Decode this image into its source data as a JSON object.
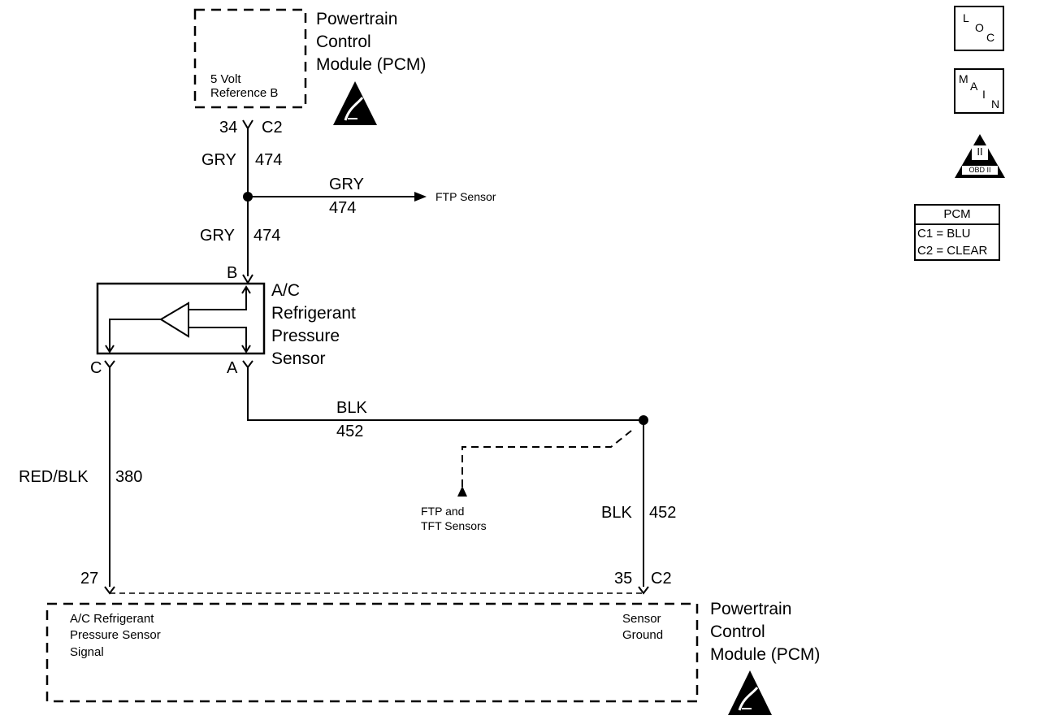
{
  "pcm_top": {
    "title_lines": [
      "Powertrain",
      "Control",
      "Module (PCM)"
    ],
    "inner_label_lines": [
      "5 Volt",
      "Reference B"
    ],
    "pin": "34",
    "connector": "C2"
  },
  "wires": {
    "gry_upper": {
      "color": "GRY",
      "circuit": "474"
    },
    "gry_branch": {
      "color": "GRY",
      "circuit": "474",
      "dest": "FTP Sensor"
    },
    "gry_lower": {
      "color": "GRY",
      "circuit": "474"
    },
    "blk_horizontal": {
      "color": "BLK",
      "circuit": "452"
    },
    "blk_vertical": {
      "color": "BLK",
      "circuit": "452"
    },
    "red_blk": {
      "color": "RED/BLK",
      "circuit": "380"
    },
    "dashed_branch_dest_lines": [
      "FTP and",
      "TFT Sensors"
    ]
  },
  "sensor": {
    "title_lines": [
      "A/C",
      "Refrigerant",
      "Pressure",
      "Sensor"
    ],
    "pin_b": "B",
    "pin_c": "C",
    "pin_a": "A"
  },
  "pcm_bottom": {
    "title_lines": [
      "Powertrain",
      "Control",
      "Module (PCM)"
    ],
    "left_label_lines": [
      "A/C Refrigerant",
      "Pressure Sensor",
      "Signal"
    ],
    "right_label_lines": [
      "Sensor",
      "Ground"
    ],
    "pin_left": "27",
    "pin_right": "35",
    "connector_right": "C2"
  },
  "legend": {
    "loc_letters": [
      "L",
      "O",
      "C"
    ],
    "main_letters": [
      "M",
      "A",
      "I",
      "N"
    ],
    "obd_label": "OBD II",
    "obd_numeral": "II",
    "pcm_table": {
      "header": "PCM",
      "rows": [
        "C1 = BLU",
        "C2 = CLEAR"
      ]
    }
  }
}
